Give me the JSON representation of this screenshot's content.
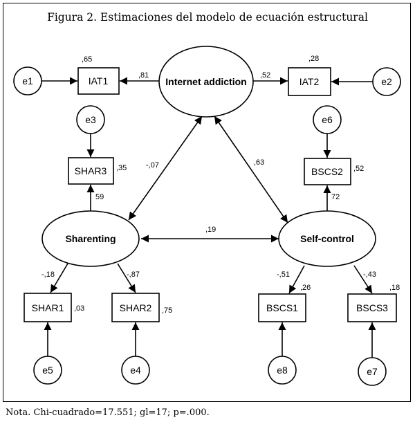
{
  "title": "Figura 2. Estimaciones del modelo de ecuación estructural",
  "note": "Nota. Chi-cuadrado=17.551; gl=17; p=.000.",
  "latent": {
    "internet": "Internet addiction",
    "sharenting": "Sharenting",
    "selfcontrol": "Self-control"
  },
  "observed": {
    "iat1": "IAT1",
    "iat2": "IAT2",
    "shar1": "SHAR1",
    "shar2": "SHAR2",
    "shar3": "SHAR3",
    "bscs1": "BSCS1",
    "bscs2": "BSCS2",
    "bscs3": "BSCS3"
  },
  "errors": {
    "e1": "e1",
    "e2": "e2",
    "e3": "e3",
    "e4": "e4",
    "e5": "e5",
    "e6": "e6",
    "e7": "e7",
    "e8": "e8"
  },
  "r2": {
    "iat1": ",65",
    "iat2": ",28",
    "shar3": ",35",
    "shar1": ",03",
    "shar2": ",75",
    "bscs2": ",52",
    "bscs1": ",26",
    "bscs3": ",18"
  },
  "loadings": {
    "iat1": ",81",
    "iat2": ",52",
    "shar3": "59",
    "shar1": "-,18",
    "shar2": "-,87",
    "bscs2": "72",
    "bscs1": "-,51",
    "bscs3": "-,43"
  },
  "correlations": {
    "ia_shar": "-,07",
    "ia_sc": ",63",
    "shar_sc": ",19"
  }
}
